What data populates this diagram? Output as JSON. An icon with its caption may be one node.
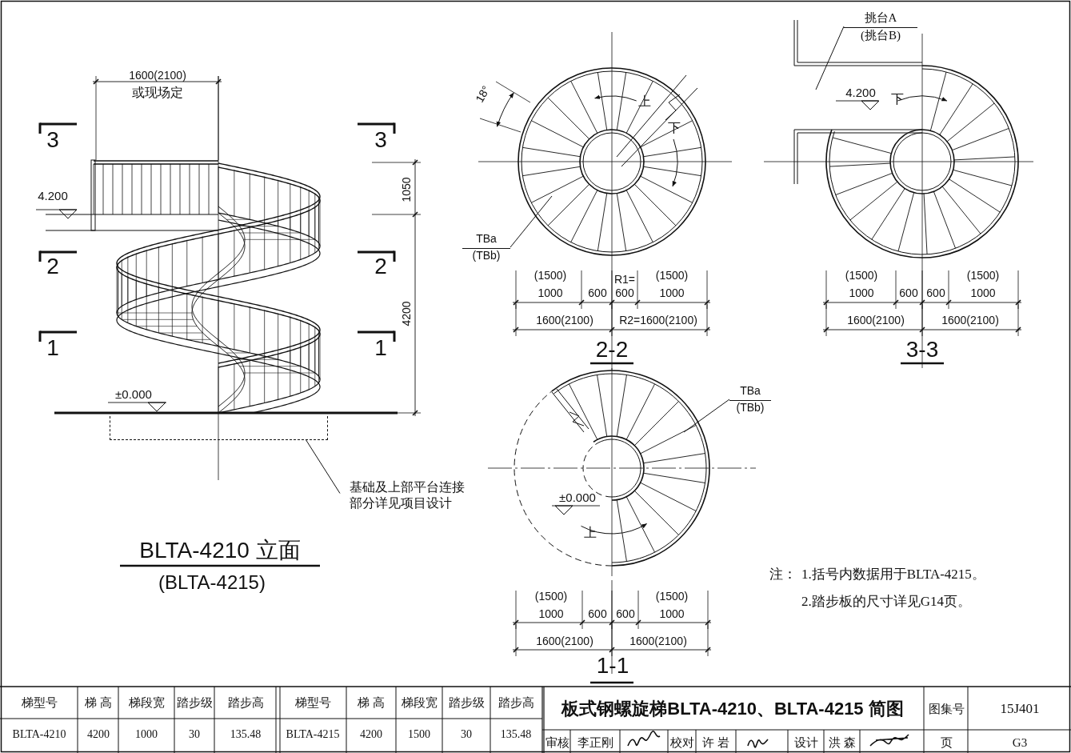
{
  "diagram": {
    "title": "板式钢螺旋梯BLTA-4210、BLTA-4215 简图",
    "nodes": [
      {
        "text": [
          "挑台A",
          "(挑台B)"
        ]
      },
      {
        "text": [
          "TBa",
          "(TBb)"
        ]
      },
      {
        "text": [
          "TBa",
          "(TBb)"
        ]
      },
      {
        "text": [
          "基础及上部平台连接部分详见项目设计"
        ]
      },
      {
        "text": [],
        "shape": "box"
      }
    ],
    "edges": [
      {
        "from": 0,
        "to": null,
        "arrow": "none"
      },
      {
        "from": 1,
        "to": null,
        "arrow": "none"
      },
      {
        "from": 2,
        "to": null,
        "arrow": "none"
      },
      {
        "from": 3,
        "to": 4,
        "arrow": "none"
      }
    ],
    "labels": [
      "1600(2100)",
      "或现场定",
      "3",
      "3",
      "4.200",
      "1050",
      "2",
      "2",
      "4200",
      "1",
      "1",
      "±0.000",
      "BLTA-4210 立面",
      "(BLTA-4215)",
      "18°",
      "上",
      "下",
      "(1500)",
      "1000",
      "600",
      "R1=",
      "600",
      "(1500)",
      "1000",
      "1600(2100)",
      "R2=1600(2100)",
      "2-2",
      "4.200",
      "下",
      "(1500)",
      "1000",
      "600",
      "600",
      "(1500)",
      "1000",
      "1600(2100)",
      "1600(2100)",
      "3-3",
      "±0.000",
      "上",
      "(1500)",
      "1000",
      "600",
      "600",
      "(1500)",
      "1000",
      "1600(2100)",
      "1600(2100)",
      "1-1",
      "注：",
      "1.括号内数据用于BLTA-4215。",
      "2.踏步板的尺寸详见G14页。",
      "梯型号",
      "梯 高",
      "梯段宽",
      "踏步级",
      "踏步高",
      "梯型号",
      "梯 高",
      "梯段宽",
      "踏步级",
      "踏步高",
      "图集号",
      "15J401",
      "BLTA-4210",
      "4200",
      "1000",
      "30",
      "135.48",
      "BLTA-4215",
      "4200",
      "1500",
      "30",
      "135.48",
      "审核",
      "李正刚",
      "校对",
      "许 岩",
      "设计",
      "洪 森",
      "页",
      "G3"
    ]
  }
}
